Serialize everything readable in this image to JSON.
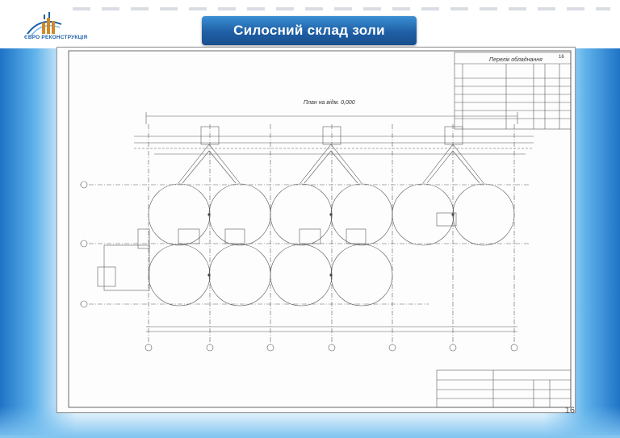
{
  "header": {
    "title": "Силосний склад золи",
    "logo_text": "ЄВРО РЕКОНСТРУКЦІЯ"
  },
  "drawing": {
    "plan_title": "План на відм. 0,000",
    "equipment_table_title": "Перелік обладнання",
    "sheet_top_number": "16",
    "page_number": "16"
  },
  "colors": {
    "banner": "#1f5fa5",
    "side_glow": "#1e73c6",
    "line": "#555555"
  }
}
